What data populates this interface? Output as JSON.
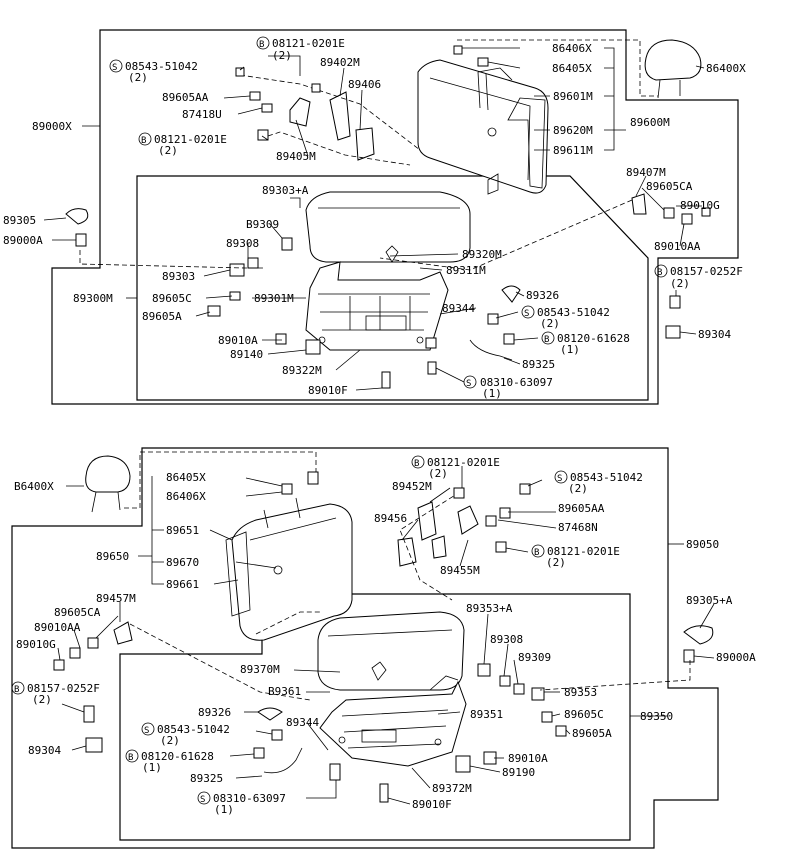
{
  "diagram": {
    "upper": {
      "assembly": "89000X",
      "labels": {
        "l_08121_top": "08121-0201E",
        "l_08121_top_q": "(2)",
        "l_08543_top": "08543-51042",
        "l_08543_top_q": "(2)",
        "l_89402M": "89402M",
        "l_89406": "89406",
        "l_89605AA": "89605AA",
        "l_87418U": "87418U",
        "l_89000X": "89000X",
        "l_08121_mid": "08121-0201E",
        "l_08121_mid_q": "(2)",
        "l_89405M": "89405M",
        "l_86406X": "86406X",
        "l_86405X": "86405X",
        "l_86400X": "86400X",
        "l_89601M": "89601M",
        "l_89620M": "89620M",
        "l_89600M": "89600M",
        "l_89611M": "89611M",
        "l_89303A": "89303+A",
        "l_89305": "89305",
        "l_89000A": "89000A",
        "l_B9309": "B9309",
        "l_89308": "89308",
        "l_89303": "89303",
        "l_89300M": "89300M",
        "l_89605C": "89605C",
        "l_89301M": "89301M",
        "l_89605A": "89605A",
        "l_89320M": "89320M",
        "l_89311M": "89311M",
        "l_89407M": "89407M",
        "l_89605CA": "89605CA",
        "l_89010G": "89010G",
        "l_89010AA": "89010AA",
        "l_08157": "08157-0252F",
        "l_08157_q": "(2)",
        "l_89304": "89304",
        "l_89326": "89326",
        "l_89344": "89344",
        "l_08543_low": "08543-51042",
        "l_08543_low_q": "(2)",
        "l_08120": "08120-61628",
        "l_08120_q": "(1)",
        "l_89325": "89325",
        "l_08310": "08310-63097",
        "l_08310_q": "(1)",
        "l_89010A": "89010A",
        "l_89140": "89140",
        "l_89322M": "89322M",
        "l_89010F": "89010F"
      }
    },
    "lower": {
      "assembly": "89050",
      "labels": {
        "m_86400X": "B6400X",
        "m_86405X": "86405X",
        "m_86406X": "86406X",
        "m_89651": "89651",
        "m_89650": "89650",
        "m_89670": "89670",
        "m_89661": "89661",
        "m_08121_top": "08121-0201E",
        "m_08121_top_q": "(2)",
        "m_08543_top": "08543-51042",
        "m_08543_top_q": "(2)",
        "m_89452M": "89452M",
        "m_89456": "89456",
        "m_89605AA": "89605AA",
        "m_87468N": "87468N",
        "m_89050": "89050",
        "m_08121_mid": "08121-0201E",
        "m_08121_mid_q": "(2)",
        "m_89455M": "89455M",
        "m_89457M": "89457M",
        "m_89605CA": "89605CA",
        "m_89010AA": "89010AA",
        "m_89010G": "89010G",
        "m_89305A": "89305+A",
        "m_89000A": "89000A",
        "m_89353A": "89353+A",
        "m_89308": "89308",
        "m_89309": "89309",
        "m_89370M": "89370M",
        "m_B9361": "B9361",
        "m_89353": "89353",
        "m_08157": "08157-0252F",
        "m_08157_q": "(2)",
        "m_89304": "89304",
        "m_89326": "89326",
        "m_89344": "89344",
        "m_89351": "89351",
        "m_89605C": "89605C",
        "m_89350": "89350",
        "m_89605A": "89605A",
        "m_08543_low": "08543-51042",
        "m_08543_low_q": "(2)",
        "m_08120": "08120-61628",
        "m_08120_q": "(1)",
        "m_89010A": "89010A",
        "m_89190": "89190",
        "m_89325": "89325",
        "m_89372M": "89372M",
        "m_08310": "08310-63097",
        "m_08310_q": "(1)",
        "m_89010F": "89010F"
      }
    }
  }
}
